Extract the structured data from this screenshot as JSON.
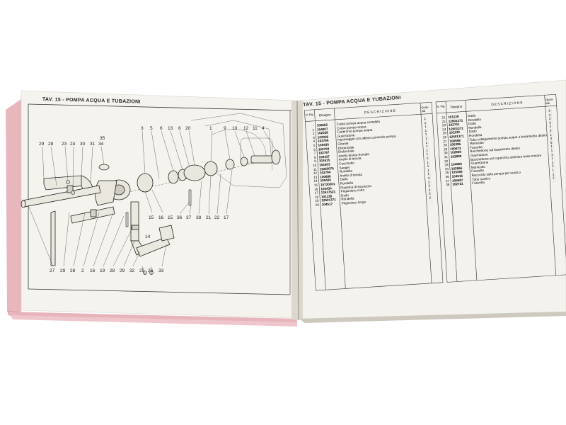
{
  "left_page": {
    "header": "TAV. 15 - POMPA ACQUA E TUBAZIONI",
    "callouts_top": [
      "29",
      "28",
      "23",
      "24",
      "30",
      "31",
      "34",
      "35",
      "3",
      "5",
      "6",
      "13",
      "6",
      "20",
      "1",
      "9",
      "10",
      "12",
      "11",
      "4"
    ],
    "callouts_mid": [
      "15",
      "16",
      "15",
      "36",
      "37",
      "38",
      "21",
      "22",
      "17",
      "14"
    ],
    "callouts_bottom": [
      "27",
      "29",
      "28",
      "2",
      "16",
      "19",
      "28",
      "29",
      "32",
      "25",
      "26",
      "33"
    ]
  },
  "right_page": {
    "header": "TAV. 15 - POMPA ACQUA E TUBAZIONI",
    "left_table": {
      "col_headers": [
        "N. Fig.",
        "Disegno",
        "D E S C R I Z I O N E",
        "Quan-tità"
      ],
      "rows": [
        {
          "fig": "-",
          "code": "106662",
          "desc": "Corpo pompa acqua completo",
          "qty": "1"
        },
        {
          "fig": "1",
          "code": "104007",
          "desc": "Corpo pompa acqua",
          "qty": "1"
        },
        {
          "fig": "2",
          "code": "102328",
          "desc": "Coperchio pompa acqua",
          "qty": "1"
        },
        {
          "fig": "3",
          "code": "103006",
          "desc": "Guarnizione",
          "qty": "1"
        },
        {
          "fig": "4",
          "code": "102766",
          "desc": "Ingranaggio con albero comando pompa",
          "qty": "1"
        },
        {
          "fig": "5",
          "code": "100430",
          "desc": "Girante",
          "qty": "1"
        },
        {
          "fig": "6",
          "code": "102708",
          "desc": "Distanziale",
          "qty": "1"
        },
        {
          "fig": "7",
          "code": "102767",
          "desc": "Distanziale",
          "qty": "1"
        },
        {
          "fig": "8",
          "code": "100437",
          "desc": "Anello tenuta frontale",
          "qty": "1"
        },
        {
          "fig": "9",
          "code": "101615",
          "desc": "Anello di tenuta",
          "qty": "1"
        },
        {
          "fig": "10",
          "code": "101603",
          "desc": "Cuscinetto",
          "qty": "2"
        },
        {
          "fig": "11",
          "code": "11050075",
          "desc": "Seeger",
          "qty": "1"
        },
        {
          "fig": "12",
          "code": "102784",
          "desc": "Rondella",
          "qty": "1"
        },
        {
          "fig": "13",
          "code": "100686",
          "desc": "Anello di tenuta",
          "qty": "1"
        },
        {
          "fig": "14",
          "code": "100436",
          "desc": "Dado",
          "qty": "1"
        },
        {
          "fig": "15",
          "code": "10730301",
          "desc": "Rondella",
          "qty": "4"
        },
        {
          "fig": "16",
          "code": "100434",
          "desc": "Piastrina di sicurezza",
          "qty": "2"
        },
        {
          "fig": "17",
          "code": "13517521",
          "desc": "Prigioniero corto",
          "qty": "3"
        },
        {
          "fig": "18",
          "code": "101139",
          "desc": "Dado",
          "qty": "2"
        },
        {
          "fig": "19",
          "code": "12601371",
          "desc": "Rondella",
          "qty": "2"
        },
        {
          "fig": "20",
          "code": "104517",
          "desc": "Prigioniero lungo",
          "qty": "2"
        }
      ]
    },
    "right_table": {
      "col_headers": [
        "N. Fig.",
        "Disegno",
        "D E S C R I Z I O N E",
        "Quan-tità"
      ],
      "rows": [
        {
          "fig": "21",
          "code": "101139",
          "desc": "Dado",
          "qty": "4"
        },
        {
          "fig": "22",
          "code": "12601371",
          "desc": "Rondella",
          "qty": "4"
        },
        {
          "fig": "23",
          "code": "102741",
          "desc": "Dado",
          "qty": "3"
        },
        {
          "fig": "24",
          "code": "12601371",
          "desc": "Rondella",
          "qty": "3"
        },
        {
          "fig": "25",
          "code": "101139",
          "desc": "Dado",
          "qty": "3"
        },
        {
          "fig": "26",
          "code": "12601371",
          "desc": "Rondella",
          "qty": "3"
        },
        {
          "fig": "27",
          "code": "106598",
          "desc": "Tubo collegamento pompa acqua a basamento destro",
          "qty": "1"
        },
        {
          "fig": "28",
          "code": "105396",
          "desc": "Manicotto",
          "qty": "3"
        },
        {
          "fig": "29",
          "code": "100673",
          "desc": "Fascetta",
          "qty": "6"
        },
        {
          "fig": "30",
          "code": "102808",
          "desc": "Bocchettone sul basamento destro",
          "qty": "1"
        },
        {
          "fig": "31",
          "code": "102809",
          "desc": "Guarnizione",
          "qty": "1"
        },
        {
          "fig": "32",
          "code": "",
          "desc": "Bocchettone sul coperchio anteriore base motore",
          "qty": "1"
        },
        {
          "fig": "33",
          "code": "104800",
          "desc": "Guarnizione",
          "qty": "1"
        },
        {
          "fig": "34",
          "code": "102666",
          "desc": "Manicotto",
          "qty": "1"
        },
        {
          "fig": "35",
          "code": "105393",
          "desc": "Fascetta",
          "qty": "2"
        },
        {
          "fig": "36",
          "code": "104516",
          "desc": "Raccordo sulla pompa per scarico",
          "qty": "1"
        },
        {
          "fig": "37",
          "code": "105587",
          "desc": "Tubo scarico",
          "qty": "1"
        },
        {
          "fig": "38",
          "code": "102721",
          "desc": "Fascetta",
          "qty": "2"
        }
      ]
    }
  }
}
